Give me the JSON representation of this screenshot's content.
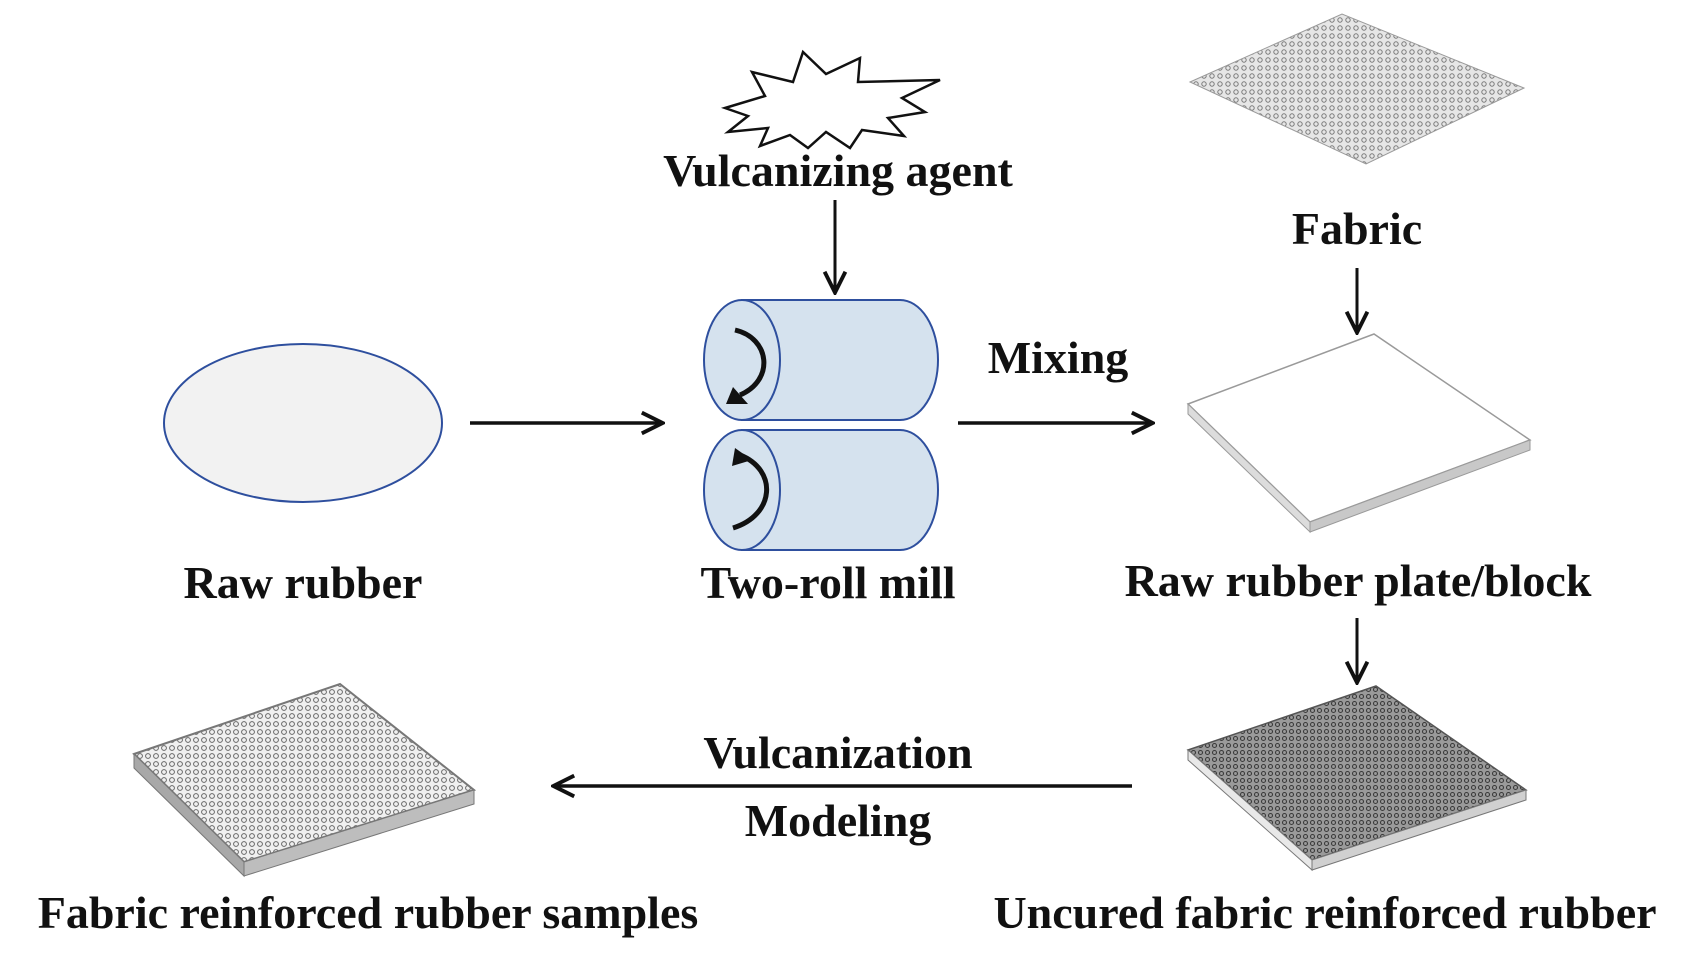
{
  "labels": {
    "vulcanizing_agent": "Vulcanizing agent",
    "fabric": "Fabric",
    "mixing": "Mixing",
    "raw_rubber": "Raw rubber",
    "two_roll_mill": "Two-roll mill",
    "raw_rubber_plate": "Raw rubber plate/block",
    "vulcanization": "Vulcanization",
    "modeling": "Modeling",
    "fabric_reinforced_samples": "Fabric reinforced rubber samples",
    "uncured_fabric_rubber": "Uncured fabric reinforced rubber"
  },
  "colors": {
    "rubber_fill": "#f2f2f2",
    "rubber_stroke": "#2e4f9e",
    "roller_fill": "#d5e2ee",
    "roller_stroke": "#2e4f9e",
    "arrow": "#111111",
    "fabric_light": "#d9d9d9",
    "fabric_dark": "#8c8c8c"
  },
  "icons": {
    "vulcanizing_agent": "starburst-icon",
    "raw_rubber": "ellipse-blob",
    "two_roll_mill": "two-roller-mill",
    "fabric": "mesh-sheet",
    "plate": "white-plate",
    "uncured": "dark-mesh-plate",
    "samples": "gray-mesh-plate"
  }
}
